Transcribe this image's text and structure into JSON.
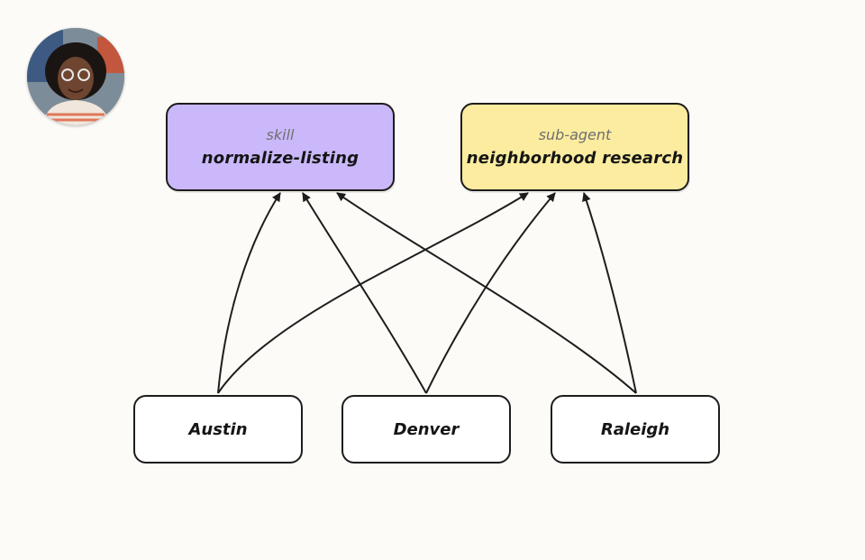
{
  "nodes": {
    "skill": {
      "kind": "skill",
      "name": "normalize-listing",
      "fill": "#cbb8fa"
    },
    "sub_agent": {
      "kind": "sub-agent",
      "name": "neighborhood research",
      "fill": "#fbec9f"
    },
    "cities": [
      {
        "id": "austin",
        "label": "Austin"
      },
      {
        "id": "denver",
        "label": "Denver"
      },
      {
        "id": "raleigh",
        "label": "Raleigh"
      }
    ]
  },
  "edges": [
    {
      "from": "austin",
      "to": "skill"
    },
    {
      "from": "austin",
      "to": "sub_agent"
    },
    {
      "from": "denver",
      "to": "skill"
    },
    {
      "from": "denver",
      "to": "sub_agent"
    },
    {
      "from": "raleigh",
      "to": "skill"
    },
    {
      "from": "raleigh",
      "to": "sub_agent"
    }
  ],
  "colors": {
    "background": "#fcfbf7",
    "stroke": "#1d1d1d"
  }
}
